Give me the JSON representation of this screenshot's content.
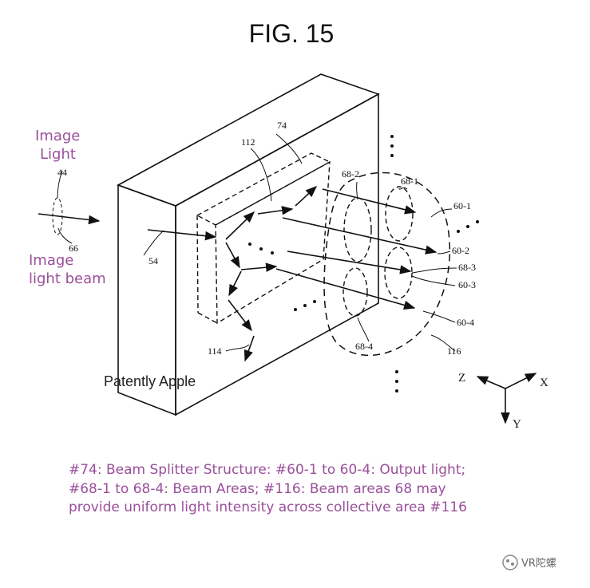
{
  "figure": {
    "title": "FIG. 15",
    "ref_labels": {
      "r74": "74",
      "r112": "112",
      "r44": "44",
      "r66": "66",
      "r54": "54",
      "r114": "114",
      "r68_2": "68-2",
      "r68_1": "68-1",
      "r60_1": "60-1",
      "r60_2": "60-2",
      "r68_3": "68-3",
      "r60_3": "60-3",
      "r60_4": "60-4",
      "r68_4": "68-4",
      "r116": "116"
    },
    "axes": {
      "z": "Z",
      "x": "X",
      "y": "Y"
    }
  },
  "annotations": {
    "image_light_line1": "Image",
    "image_light_line2": "Light",
    "image_beam_line1": "Image",
    "image_beam_line2": "light beam"
  },
  "watermark": "Patently Apple",
  "caption": {
    "line1": "#74: Beam Splitter Structure: #60-1 to 60-4: Output light;",
    "line2": "#68-1 to 68-4: Beam Areas; #116: Beam areas 68 may",
    "line3": "provide uniform light intensity across collective area #116"
  },
  "logo": {
    "text": "VR陀螺",
    "icon": "wechat-official-account-icon"
  },
  "colors": {
    "annotation": "#9a4f9a",
    "line": "#111111",
    "background": "#ffffff"
  }
}
